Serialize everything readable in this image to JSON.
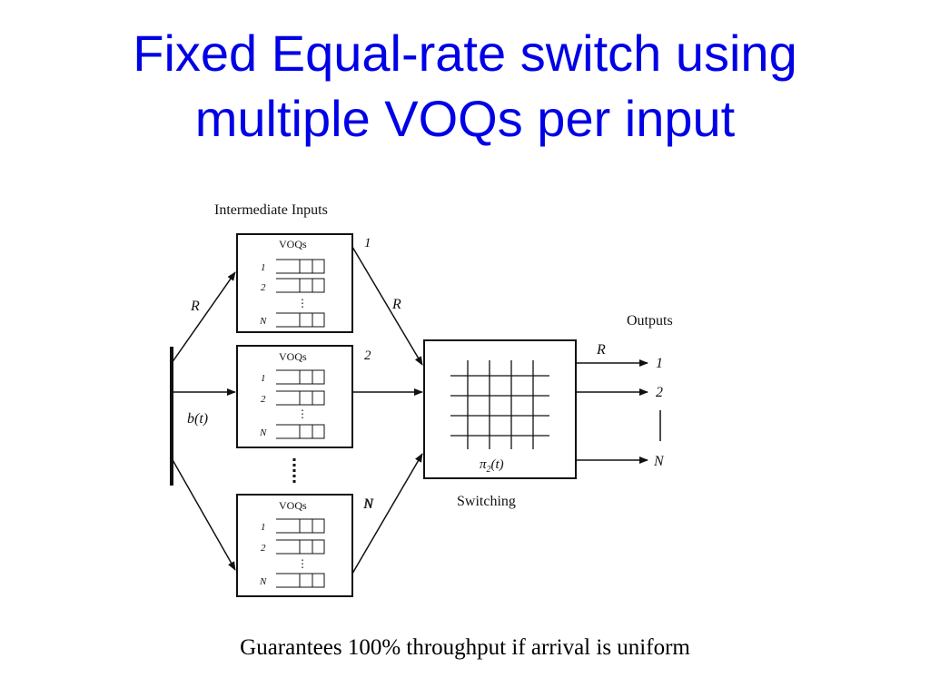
{
  "slide": {
    "title_line1": "Fixed Equal-rate switch using",
    "title_line2": "multiple VOQs per input",
    "caption": "Guarantees 100% throughput if arrival is uniform"
  },
  "diagram": {
    "intermediate_label": "Intermediate Inputs",
    "outputs_label": "Outputs",
    "switching_label": "Switching",
    "bt_label": "b(t)",
    "rate_label": "R",
    "pi_label": "π",
    "pi_sub": "2",
    "pi_arg": "(t)",
    "dots": "⋮",
    "blocks": [
      {
        "index": "1",
        "voq_label": "VOQs",
        "rows": [
          "1",
          "2",
          "N"
        ]
      },
      {
        "index": "2",
        "voq_label": "VOQs",
        "rows": [
          "1",
          "2",
          "N"
        ]
      },
      {
        "index": "N",
        "voq_label": "VOQs",
        "rows": [
          "1",
          "2",
          "N"
        ]
      }
    ],
    "outputs": [
      "1",
      "2",
      "N"
    ]
  }
}
